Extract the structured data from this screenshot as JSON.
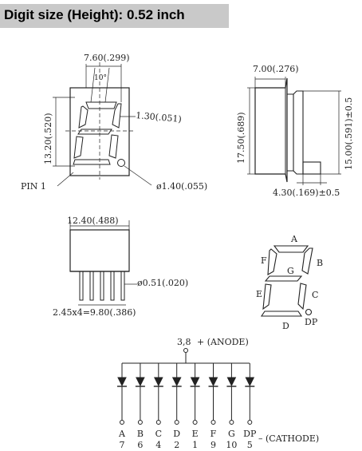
{
  "title": "Digit size (Height): 0.52 inch",
  "front": {
    "width_dim": "7.60(.299)",
    "angle": "10°",
    "height_dim": "13.20(.520)",
    "seg_width": "1.30(.051)",
    "pin1": "PIN 1",
    "hole": "ø1.40(.055)"
  },
  "side": {
    "depth_dim": "7.00(.276)",
    "height_dim": "17.50(.689)",
    "body_dim": "15.00(.591)±0.5",
    "pin_dim": "4.30(.169)±0.5"
  },
  "bottom": {
    "width_dim": "12.40(.488)",
    "pin_dia": "ø0.51(.020)",
    "pitch": "2.45x4=9.80(.386)"
  },
  "segments": {
    "a": "A",
    "b": "B",
    "c": "C",
    "d": "D",
    "e": "E",
    "f": "F",
    "g": "G",
    "dp": "DP"
  },
  "schematic": {
    "anode_pins": "3,8",
    "anode_label": "+ (ANODE)",
    "cathode_label": "– (CATHODE)",
    "pins": [
      {
        "seg": "A",
        "num": "7"
      },
      {
        "seg": "B",
        "num": "6"
      },
      {
        "seg": "C",
        "num": "4"
      },
      {
        "seg": "D",
        "num": "2"
      },
      {
        "seg": "E",
        "num": "1"
      },
      {
        "seg": "F",
        "num": "9"
      },
      {
        "seg": "G",
        "num": "10"
      },
      {
        "seg": "DP",
        "num": "5"
      }
    ]
  }
}
